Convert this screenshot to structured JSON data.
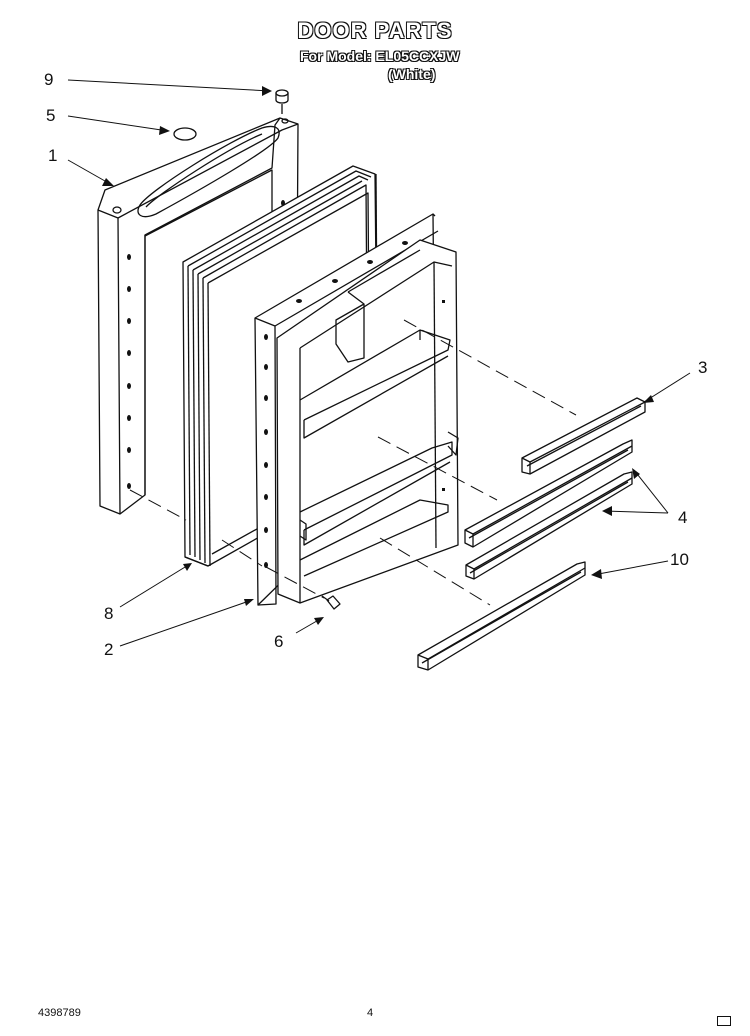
{
  "header": {
    "title": "DOOR PARTS",
    "model_line": "For Model: EL05CCXJW",
    "color_line": "(White)"
  },
  "callouts": {
    "c1": "1",
    "c2": "2",
    "c3": "3",
    "c4": "4",
    "c5": "5",
    "c6": "6",
    "c8": "8",
    "c9": "9",
    "c10": "10"
  },
  "footer": {
    "part_number": "4398789",
    "page_number": "4"
  }
}
